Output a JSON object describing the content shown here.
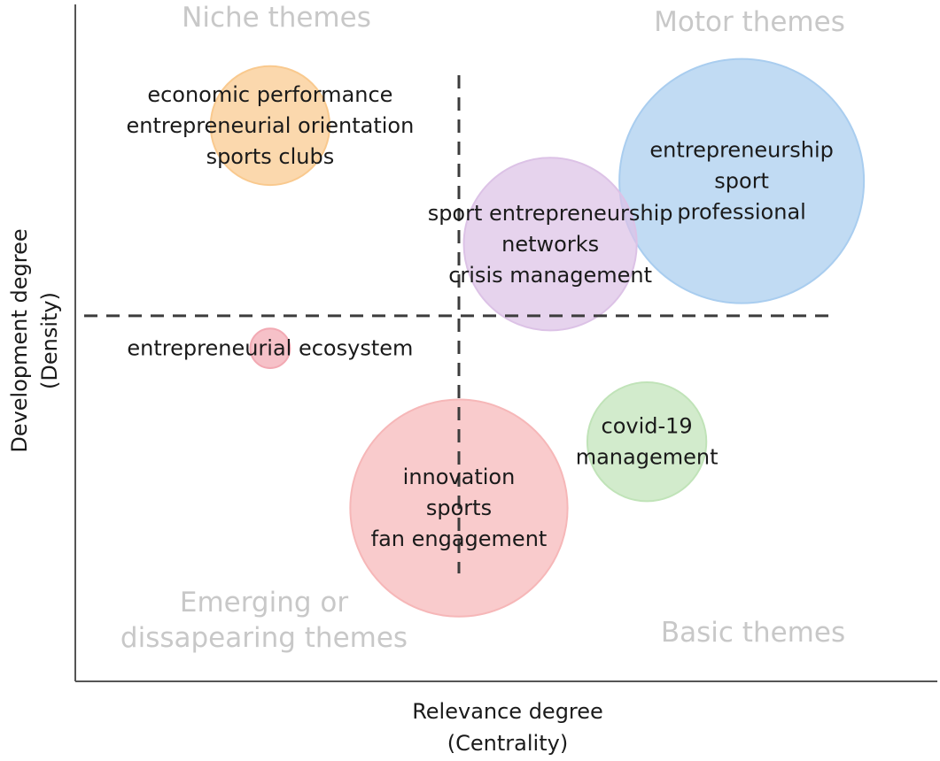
{
  "chart_data": {
    "type": "scatter",
    "title": "",
    "xlabel": [
      "Relevance degree",
      "(Centrality)"
    ],
    "ylabel": [
      "Development degree",
      "(Density)"
    ],
    "xlim": [
      0,
      100
    ],
    "ylim": [
      0,
      100
    ],
    "grid": false,
    "quadrant_labels": {
      "top_left": [
        "Niche themes"
      ],
      "top_right": [
        "Motor themes"
      ],
      "bottom_left": [
        "Emerging or",
        "dissapearing themes"
      ],
      "bottom_right": [
        "Basic themes"
      ]
    },
    "divider": {
      "x": 44.5,
      "y": 54
    },
    "bubbles": [
      {
        "labels": [
          "economic performance",
          "entrepreneurial orientation",
          "sports clubs"
        ],
        "x": 22.6,
        "y": 82.1,
        "size": 9,
        "color": "#f9c98e"
      },
      {
        "labels": [
          "entrepreneurship",
          "sport",
          "professional"
        ],
        "x": 77.3,
        "y": 73.9,
        "size": 38,
        "color": "#a9cdef"
      },
      {
        "labels": [
          "sport entrepreneurship",
          "networks",
          "crisis management"
        ],
        "x": 55.1,
        "y": 64.6,
        "size": 19,
        "color": "#dcc2e6"
      },
      {
        "labels": [
          "entrepreneurial ecosystem"
        ],
        "x": 22.6,
        "y": 49.2,
        "size": 1,
        "color": "#f2a9b3"
      },
      {
        "labels": [
          "covid-19",
          "management"
        ],
        "x": 66.3,
        "y": 35.4,
        "size": 9,
        "color": "#c0e3b8"
      },
      {
        "labels": [
          "innovation",
          "sports",
          "fan engagement"
        ],
        "x": 44.5,
        "y": 25.6,
        "size": 30,
        "color": "#f6b7b8"
      }
    ]
  }
}
